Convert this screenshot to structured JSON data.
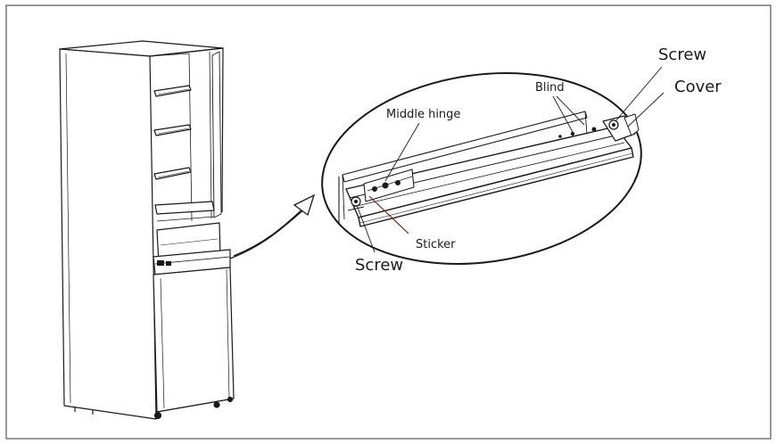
{
  "labels": {
    "middle_hinge": "Middle hinge",
    "blind": "Blind",
    "screw_top": "Screw",
    "cover": "Cover",
    "sticker": "Sticker",
    "screw_bottom": "Screw"
  },
  "colors": {
    "line": "#1a1a1a",
    "leader": "#7a1f1f",
    "border": "#777777",
    "background": "#ffffff"
  }
}
